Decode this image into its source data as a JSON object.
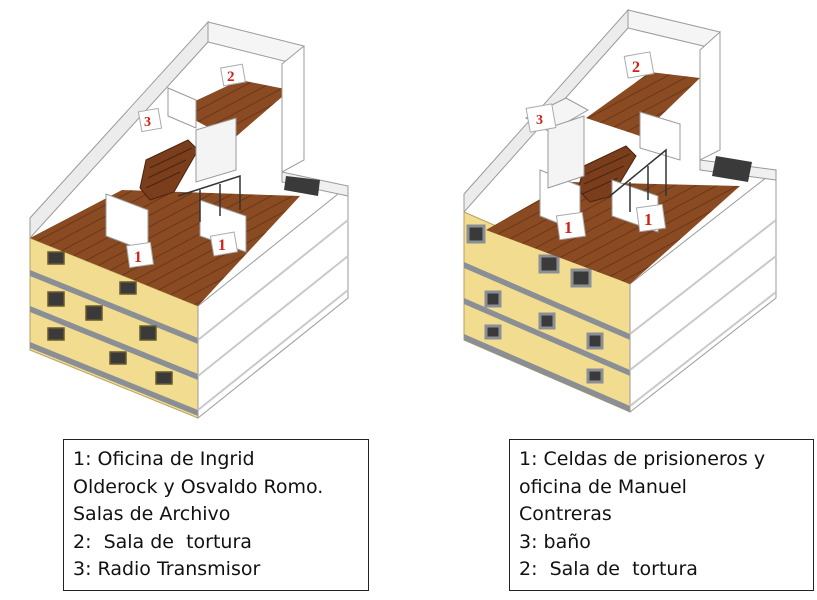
{
  "colors": {
    "facade": "#f2dc8f",
    "facade_shade": "#e8cc72",
    "wall": "#ffffff",
    "wall_shade": "#e3e3e3",
    "floor": "#8a4a22",
    "floor_dark": "#6a3418",
    "label_red": "#d0201a",
    "band_grey": "#8a8f95"
  },
  "left_model": {
    "room_labels": [
      "1",
      "1",
      "2",
      "3"
    ]
  },
  "right_model": {
    "room_labels": [
      "1",
      "1",
      "2",
      "3"
    ]
  },
  "legend_left": {
    "lines": [
      "1: Oficina de Ingrid",
      "Olderock y Osvaldo Romo.",
      "Salas de Archivo",
      "2:  Sala de  tortura",
      "3: Radio Transmisor"
    ]
  },
  "legend_right": {
    "lines": [
      "1: Celdas de prisioneros y",
      "oficina de Manuel",
      "Contreras",
      "3: baño",
      "2:  Sala de  tortura"
    ]
  }
}
